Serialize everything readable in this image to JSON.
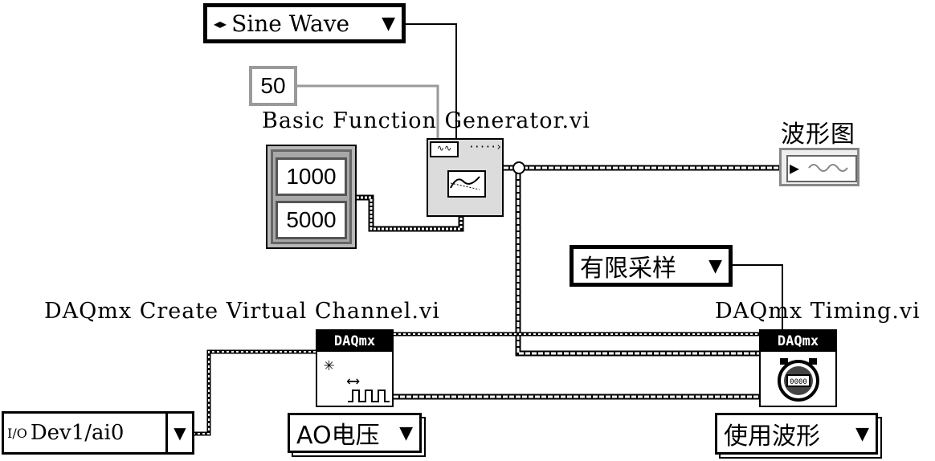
{
  "controls": {
    "waveform_type": {
      "value": "Sine Wave",
      "arrow_glyph": "▼",
      "scroll_glyph": "◂▸"
    },
    "frequency": {
      "value": "50"
    },
    "cluster": {
      "values": [
        "1000",
        "5000"
      ]
    },
    "sample_mode": {
      "value": "有限采样",
      "arrow_glyph": "▼"
    },
    "physical_channel": {
      "value": "Dev1/ai0",
      "io_glyph": "I/O",
      "arrow_glyph": "▼"
    },
    "channel_type": {
      "value": "AO电压",
      "arrow_glyph": "▼"
    },
    "timing_type": {
      "value": "使用波形",
      "arrow_glyph": "▼"
    }
  },
  "indicators": {
    "waveform_graph": {
      "label": "波形图"
    }
  },
  "nodes": {
    "function_generator": {
      "label": "Basic Function Generator.vi"
    },
    "create_channel": {
      "label": "DAQmx Create Virtual Channel.vi",
      "header": "DAQmx"
    },
    "timing": {
      "label": "DAQmx Timing.vi",
      "header": "DAQmx"
    }
  },
  "colors": {
    "wire": "#000000",
    "control_border": "#9a9a9a",
    "node_bg": "#dcdcdc"
  }
}
